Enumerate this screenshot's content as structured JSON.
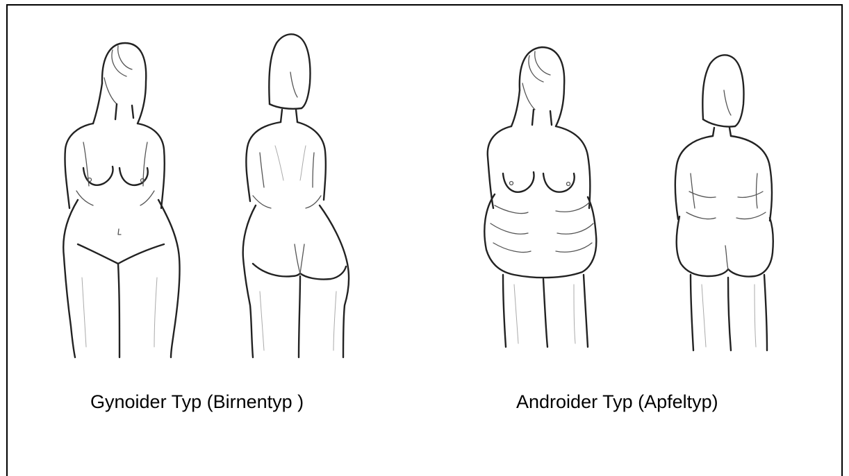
{
  "captions": {
    "gynoid": "Gynoider Typ (Birnentyp )",
    "android": "Androider Typ (Apfeltyp)"
  },
  "figures": [
    {
      "name": "gynoid-front",
      "shape": "pear",
      "view": "front"
    },
    {
      "name": "gynoid-back",
      "shape": "pear",
      "view": "back"
    },
    {
      "name": "android-front",
      "shape": "apple",
      "view": "front"
    },
    {
      "name": "android-back",
      "shape": "apple",
      "view": "back"
    }
  ],
  "colors": {
    "stroke": "#222222",
    "background": "#ffffff"
  }
}
